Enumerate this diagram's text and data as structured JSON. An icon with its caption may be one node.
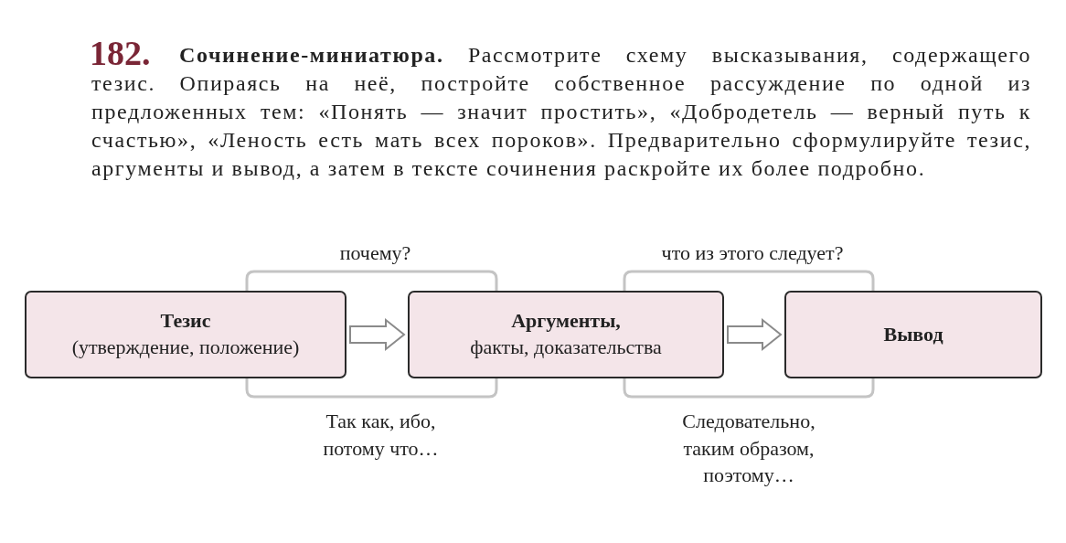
{
  "diagram": {
    "nodes": [
      {
        "text": [
          "Тезис",
          "(утверждение, положение)"
        ]
      },
      {
        "text": [
          "Аргументы,",
          "факты, доказательства"
        ]
      },
      {
        "text": [
          "Вывод"
        ]
      }
    ],
    "edges": [
      {
        "from": 0,
        "to": 1,
        "arrow": "to"
      },
      {
        "from": 1,
        "to": 2,
        "arrow": "to"
      },
      {
        "from": 0,
        "to": 1,
        "arrow": "none",
        "label": "почему?"
      },
      {
        "from": 0,
        "to": 1,
        "arrow": "none",
        "label": "Так как, ибо, потому что…"
      },
      {
        "from": 1,
        "to": 2,
        "arrow": "none",
        "label": "что из этого следует?"
      },
      {
        "from": 1,
        "to": 2,
        "arrow": "none",
        "label": "Следовательно, таким образом, поэтому…"
      }
    ],
    "labels": [
      "182.",
      "**Сочинение-миниатюра.** Рассмотрите схему высказывания, содержащего тезис. Опираясь на неё, постройте собственное рассуждение по одной из предложенных тем: «Понять — значит простить», «Добродетель — верный путь к счастью», «Леность есть мать всех пороков». Предварительно сформулируйте тезис, аргументы и вывод, а затем в тексте сочинения раскройте их более подробно."
    ]
  }
}
